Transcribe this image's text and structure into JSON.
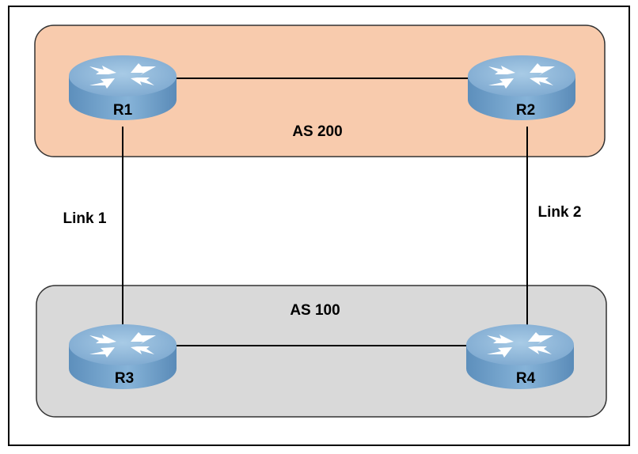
{
  "diagram": {
    "colors": {
      "frame": "#000000",
      "as_top_fill": "#f8cbad",
      "as_bottom_fill": "#d9d9d9",
      "zone_border": "#333333",
      "router_top": "#8fb9d9",
      "router_side": "#6f9ec6",
      "router_arrow": "#ffffff",
      "link_line": "#000000"
    },
    "zones": [
      {
        "id": "as200",
        "label": "AS 200"
      },
      {
        "id": "as100",
        "label": "AS 100"
      }
    ],
    "routers": [
      {
        "id": "r1",
        "label": "R1",
        "icon": "router-icon"
      },
      {
        "id": "r2",
        "label": "R2",
        "icon": "router-icon"
      },
      {
        "id": "r3",
        "label": "R3",
        "icon": "router-icon"
      },
      {
        "id": "r4",
        "label": "R4",
        "icon": "router-icon"
      }
    ],
    "links": [
      {
        "from": "R1",
        "to": "R2",
        "label": ""
      },
      {
        "from": "R3",
        "to": "R4",
        "label": ""
      },
      {
        "from": "R1",
        "to": "R3",
        "label": "Link 1"
      },
      {
        "from": "R2",
        "to": "R4",
        "label": "Link 2"
      }
    ]
  }
}
